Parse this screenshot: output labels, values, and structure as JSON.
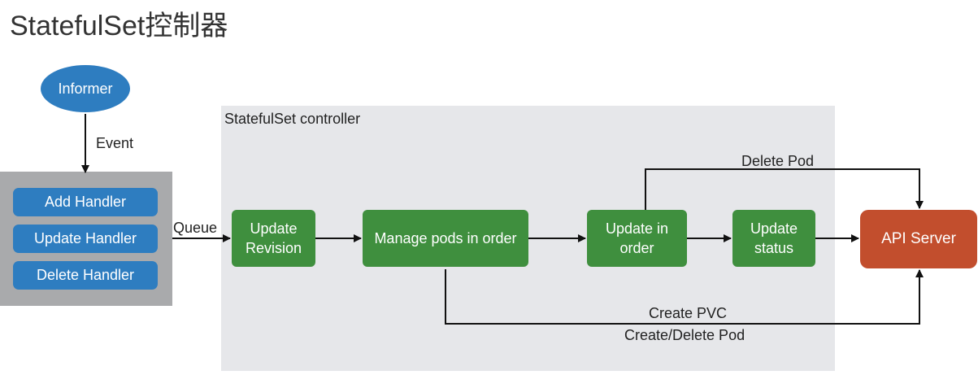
{
  "title": "StatefulSet控制器",
  "controller_label": "StatefulSet controller",
  "informer": "Informer",
  "event_label": "Event",
  "handlers": [
    "Add Handler",
    "Update Handler",
    "Delete Handler"
  ],
  "queue_label": "Queue",
  "steps": {
    "update_revision": "Update\nRevision",
    "manage_pods": "Manage pods in order",
    "update_in_order": "Update in\norder",
    "update_status": "Update\nstatus"
  },
  "api_server": "API Server",
  "edge_labels": {
    "delete_pod": "Delete Pod",
    "create_pvc": "Create PVC",
    "create_delete_pod": "Create/Delete Pod"
  },
  "colors": {
    "blue": "#2e7dc0",
    "green": "#3f8f3e",
    "api_red": "#c24e2d",
    "controller_bg": "#e6e7ea",
    "handlers_bg": "#a9aaac"
  }
}
